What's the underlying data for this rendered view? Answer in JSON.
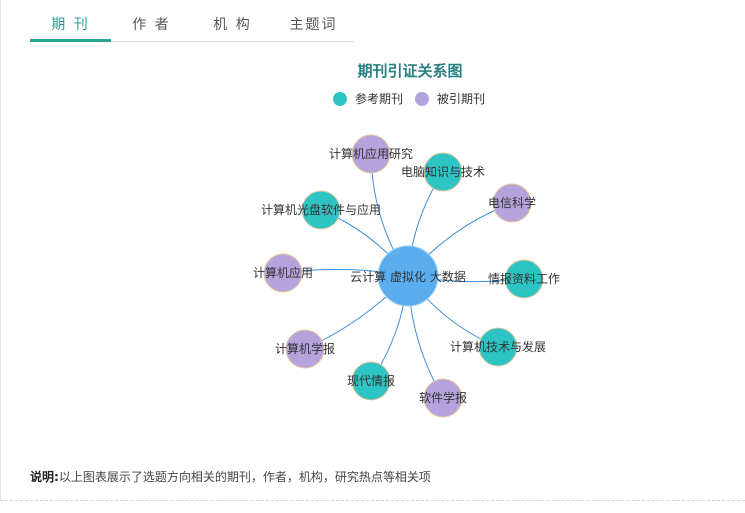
{
  "tabs": [
    {
      "label": "期 刊",
      "active": true
    },
    {
      "label": "作 者",
      "active": false
    },
    {
      "label": "机 构",
      "active": false
    },
    {
      "label": "主题词",
      "active": false
    }
  ],
  "chart": {
    "title": "期刊引证关系图",
    "legend": [
      {
        "label": "参考期刊",
        "color": "#2ec4c4"
      },
      {
        "label": "被引期刊",
        "color": "#b5a3dd"
      }
    ],
    "colors": {
      "reference": "#2ec4c4",
      "cited": "#b5a3dd",
      "center": "#5aaef0",
      "edge": "#3a8fd8"
    }
  },
  "chart_data": {
    "type": "graph",
    "center": "云计算 虚拟化 大数据",
    "nodes": [
      {
        "label": "计算机应用研究",
        "category": "被引期刊"
      },
      {
        "label": "电脑知识与技术",
        "category": "参考期刊"
      },
      {
        "label": "电信科学",
        "category": "被引期刊"
      },
      {
        "label": "计算机光盘软件与应用",
        "category": "参考期刊"
      },
      {
        "label": "计算机应用",
        "category": "被引期刊"
      },
      {
        "label": "情报资料工作",
        "category": "参考期刊"
      },
      {
        "label": "计算机学报",
        "category": "被引期刊"
      },
      {
        "label": "计算机技术与发展",
        "category": "参考期刊"
      },
      {
        "label": "现代情报",
        "category": "参考期刊"
      },
      {
        "label": "软件学报",
        "category": "被引期刊"
      }
    ]
  },
  "footer": {
    "note_label": "说明:",
    "note_text": "以上图表展示了选题方向相关的期刊，作者，机构，研究热点等相关项"
  }
}
